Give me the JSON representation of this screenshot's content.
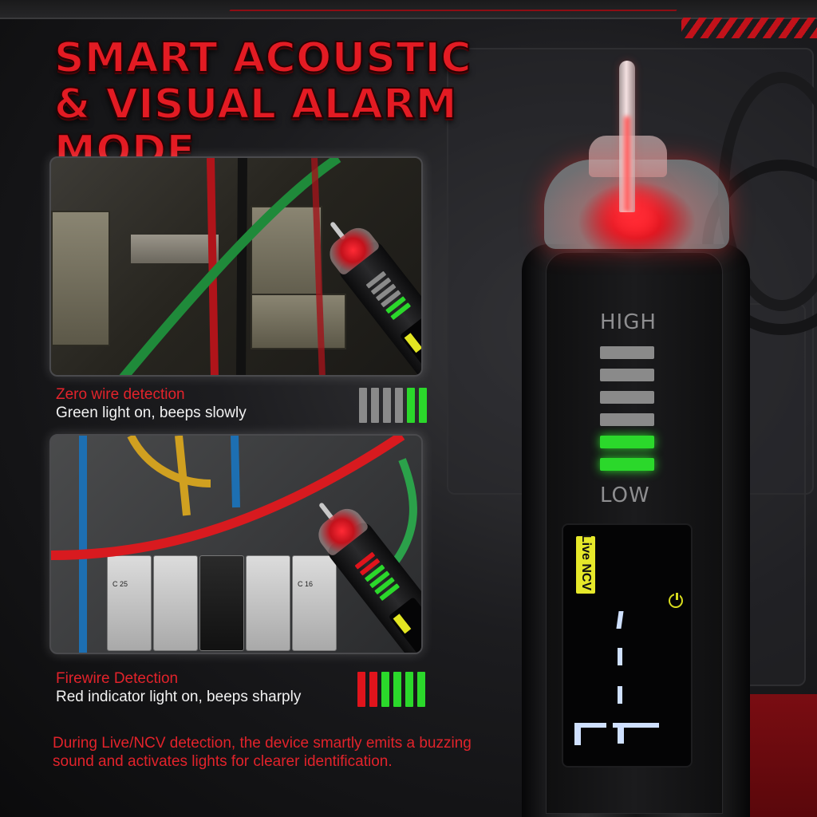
{
  "title": {
    "line1": "Smart Acoustic",
    "line2": "& Visual Alarm Mode"
  },
  "zero_wire": {
    "heading": "Zero wire detection",
    "description": "Green light on, beeps slowly",
    "indicator": [
      "gray",
      "gray",
      "gray",
      "gray",
      "green",
      "green"
    ]
  },
  "firewire": {
    "heading": "Firewire Detection",
    "description": "Red indicator light on, beeps sharply",
    "indicator": [
      "red",
      "red",
      "green",
      "green",
      "green",
      "green"
    ]
  },
  "footnote": "During Live/NCV detection, the device smartly emits a buzzing sound and activates lights for clearer identification.",
  "pen": {
    "high_label": "HIGH",
    "low_label": "LOW",
    "mode_tag": "Live NCV",
    "leds": [
      "gray",
      "gray",
      "gray",
      "gray",
      "green",
      "green"
    ]
  },
  "colors": {
    "accent_red": "#e31b23",
    "green": "#2bd82b",
    "gray": "#8a8a8a",
    "red": "#e0141c",
    "tag_yellow": "#e6e82a"
  },
  "icons": [
    "power-icon"
  ]
}
